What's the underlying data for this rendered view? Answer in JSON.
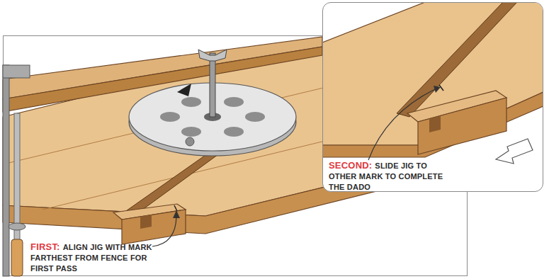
{
  "diagram": {
    "nodes": [
      {
        "text": [
          "FIRST:",
          "ALIGN JIG WITH MARK FARTHEST FROM FENCE FOR FIRST PASS"
        ]
      },
      {
        "text": [
          "SECOND:",
          "SLIDE JIG TO OTHER MARK TO COMPLETE THE DADO"
        ]
      }
    ]
  }
}
